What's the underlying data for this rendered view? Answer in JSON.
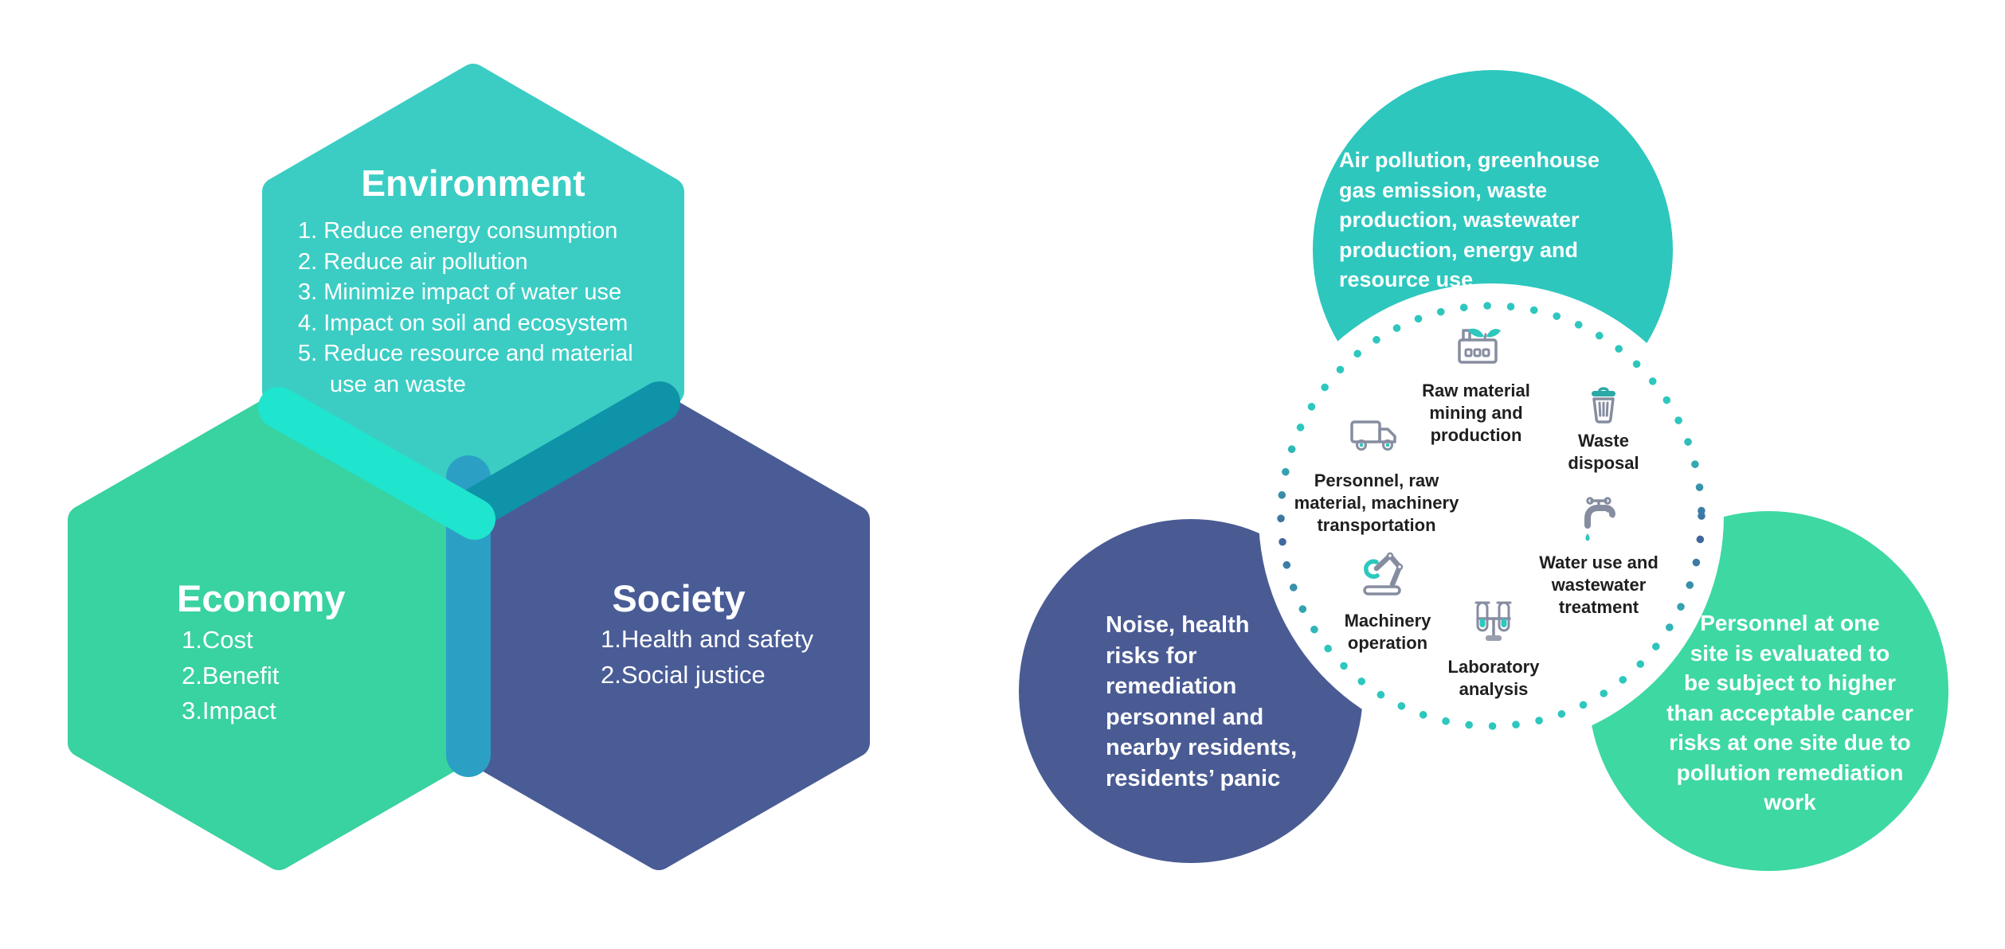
{
  "left_diagram": {
    "environment": {
      "title": "Environment",
      "items": [
        "1. Reduce energy consumption",
        "2. Reduce air pollution",
        "3. Minimize impact of water use",
        "4. Impact on soil and ecosystem",
        "5. Reduce resource and material use an waste"
      ],
      "color": "#3BCDC4"
    },
    "economy": {
      "title": "Economy",
      "items": [
        "1.Cost",
        "2.Benefit",
        "3.Impact"
      ],
      "color": "#39D2A1"
    },
    "society": {
      "title": "Society",
      "items": [
        "1.Health and safety",
        "2.Social justice"
      ],
      "color": "#4A5C96"
    },
    "overlap_colors": {
      "environment_economy": "#1FE4CE",
      "environment_society": "#0E93A8",
      "economy_society": "#2BA0C4"
    }
  },
  "right_diagram": {
    "top_circle": {
      "text": "Air pollution, greenhouse\ngas emission, waste\nproduction, wastewater\nproduction, energy and\nresource use",
      "color": "#2DC7BE"
    },
    "left_circle": {
      "text": "Noise, health\nrisks for\nremediation\npersonnel and\nnearby residents,\nresidents’ panic",
      "color": "#4A5B94"
    },
    "right_circle": {
      "text": "Personnel at one\nsite is evaluated to\nbe subject to higher\nthan acceptable cancer\nrisks at one site due to\npollution remediation\nwork",
      "color": "#3ED8A3"
    },
    "center_circle": {
      "fill": "#FFFFFF",
      "ring_colors": {
        "teal": "#2DC7BE",
        "navy": "#41659C"
      },
      "items": [
        {
          "icon": "factory-icon",
          "label": "Raw material\nmining and\nproduction"
        },
        {
          "icon": "waste-bin-icon",
          "label": "Waste\ndisposal"
        },
        {
          "icon": "truck-icon",
          "label": "Personnel, raw\nmaterial, machinery\ntransportation"
        },
        {
          "icon": "faucet-icon",
          "label": "Water use and\nwastewater\ntreatment"
        },
        {
          "icon": "robot-arm-icon",
          "label": "Machinery\noperation"
        },
        {
          "icon": "test-tubes-icon",
          "label": "Laboratory\nanalysis"
        }
      ]
    }
  }
}
